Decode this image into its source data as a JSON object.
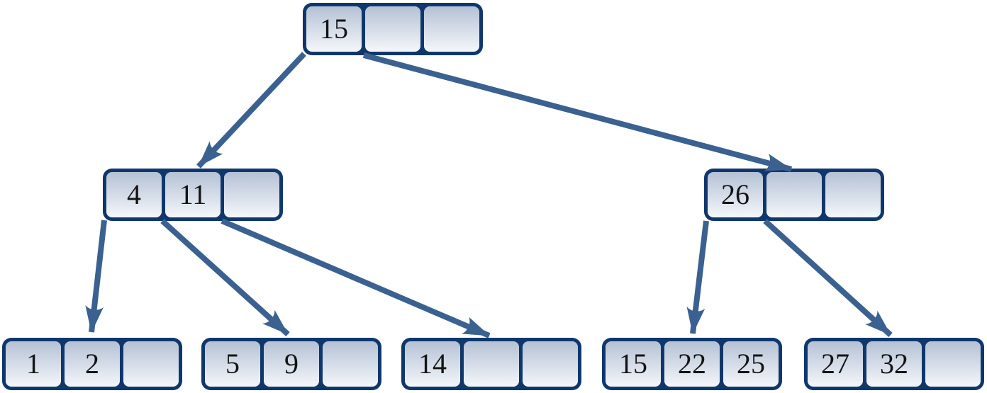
{
  "colors": {
    "background": "#ffffff",
    "node_border": "#10376b",
    "cell_gradient_top": "#b4c1d5",
    "cell_gradient_bottom": "#f4f7fa",
    "arrow": "#3a6190",
    "key_text": "#141414"
  },
  "tree": {
    "kind": "b-tree",
    "cells_per_node": 3,
    "nodes": {
      "root": {
        "cells": [
          "15",
          "",
          ""
        ]
      },
      "left": {
        "cells": [
          "4",
          "11",
          ""
        ]
      },
      "right": {
        "cells": [
          "26",
          "",
          ""
        ]
      },
      "leaf1": {
        "cells": [
          "1",
          "2",
          ""
        ]
      },
      "leaf2": {
        "cells": [
          "5",
          "9",
          ""
        ]
      },
      "leaf3": {
        "cells": [
          "14",
          "",
          ""
        ]
      },
      "leaf4": {
        "cells": [
          "15",
          "22",
          "25"
        ]
      },
      "leaf5": {
        "cells": [
          "27",
          "32",
          ""
        ]
      }
    },
    "edges": [
      {
        "from": "root",
        "to": "left"
      },
      {
        "from": "root",
        "to": "right"
      },
      {
        "from": "left",
        "to": "leaf1"
      },
      {
        "from": "left",
        "to": "leaf2"
      },
      {
        "from": "left",
        "to": "leaf3"
      },
      {
        "from": "right",
        "to": "leaf4"
      },
      {
        "from": "right",
        "to": "leaf5"
      }
    ]
  }
}
